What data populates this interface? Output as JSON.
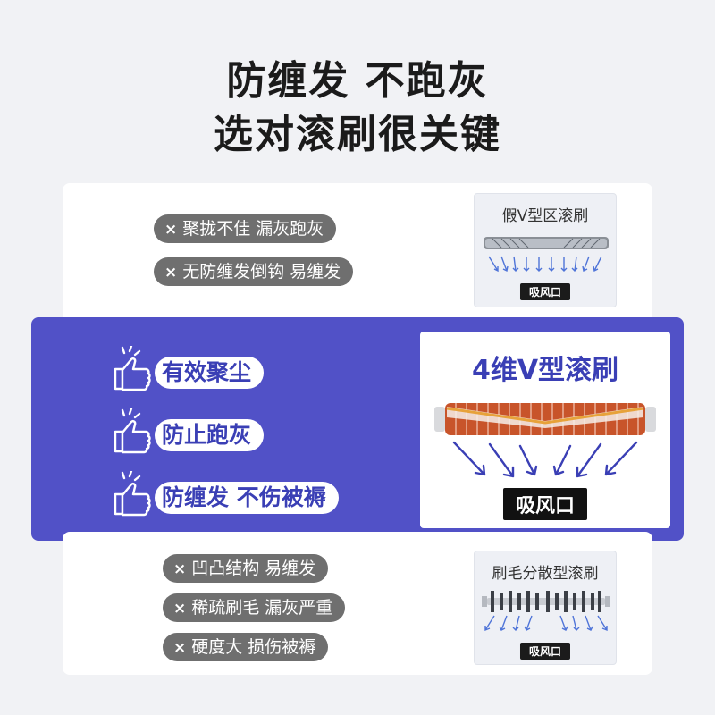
{
  "title": {
    "line1": "防缠发 不跑灰",
    "line2": "选对滚刷很关键"
  },
  "bad_top": [
    {
      "mark": "×",
      "text": "聚拢不佳 漏灰跑灰"
    },
    {
      "mark": "×",
      "text": "无防缠发倒钩 易缠发"
    }
  ],
  "thumb_top": {
    "caption": "假V型区滚刷",
    "tag": "吸风口"
  },
  "good": [
    {
      "text": "有效聚尘"
    },
    {
      "text": "防止跑灰"
    },
    {
      "text": "防缠发 不伤被褥"
    }
  ],
  "feature": {
    "caption": "4维V型滚刷",
    "tag": "吸风口"
  },
  "bad_bottom": [
    {
      "mark": "×",
      "text": "凹凸结构 易缠发"
    },
    {
      "mark": "×",
      "text": "稀疏刷毛 漏灰严重"
    },
    {
      "mark": "×",
      "text": "硬度大 损伤被褥"
    }
  ],
  "thumb_bottom": {
    "caption": "刷毛分散型滚刷",
    "tag": "吸风口"
  },
  "colors": {
    "accent": "#5151c7",
    "accent_text": "#3a3fb5",
    "bristle": "#c8542a",
    "arrow_bad": "#4f74d8"
  },
  "icons": {
    "bad_mark": "x-mark-icon",
    "good_mark": "thumbs-up-icon"
  }
}
